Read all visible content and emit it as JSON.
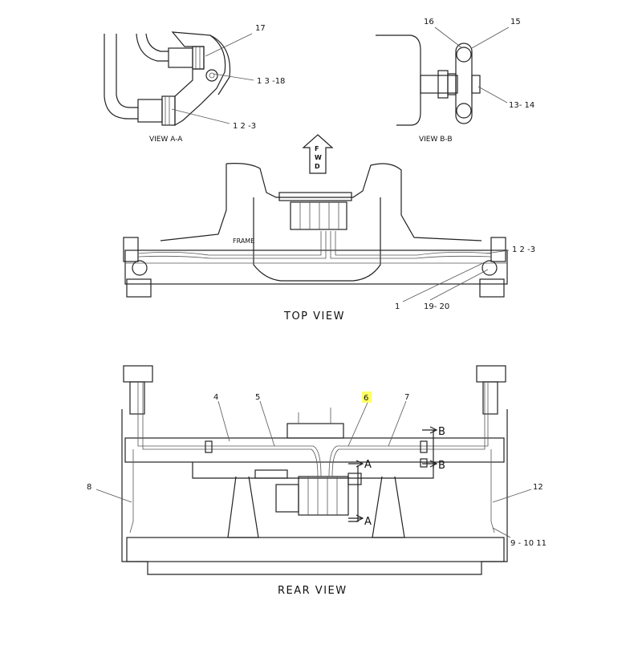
{
  "callouts": {
    "view_aa": [
      "17",
      "1 3 -18",
      "1 2 -3"
    ],
    "view_bb": [
      "16",
      "15",
      "13- 14"
    ],
    "top": [
      "1 2 -3",
      "1",
      "19- 20"
    ],
    "rear": [
      "4",
      "5",
      "6",
      "7",
      "8",
      "12",
      "9 - 10  11"
    ]
  },
  "labels": {
    "view_aa": "VIEW A-A",
    "view_bb": "VIEW B-B",
    "fwd": [
      "F",
      "W",
      "D"
    ],
    "frame": "FRAME",
    "top_view": "TOP VIEW",
    "rear_view": "REAR VIEW",
    "section_a": "A",
    "section_b": "B"
  },
  "highlight_color": "#ffff66"
}
